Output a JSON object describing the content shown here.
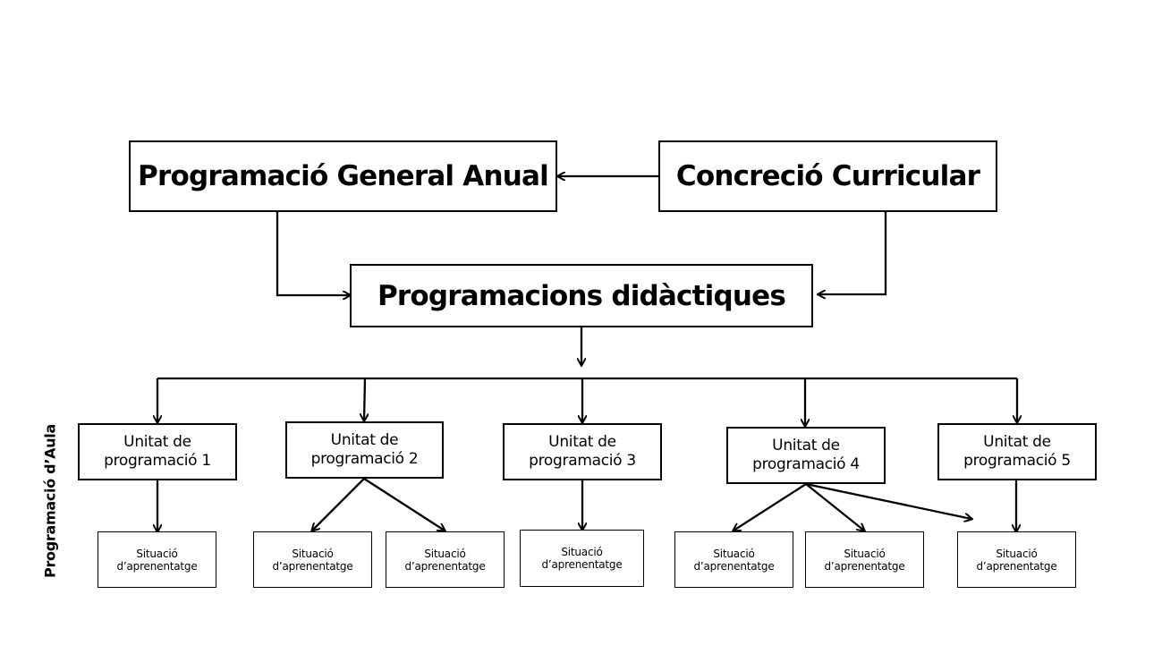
{
  "diagram": {
    "top": {
      "pga": "Programació General Anual",
      "cc": "Concreció Curricular",
      "pd": "Programacions didàctiques"
    },
    "side_label": "Programació d’Aula",
    "units": [
      {
        "line1": "Unitat de",
        "line2": "programació 1"
      },
      {
        "line1": "Unitat de",
        "line2": "programació 2"
      },
      {
        "line1": "Unitat de",
        "line2": "programació 3"
      },
      {
        "line1": "Unitat de",
        "line2": "programació 4"
      },
      {
        "line1": "Unitat de",
        "line2": "programació 5"
      }
    ],
    "situation": {
      "line1": "Situació",
      "line2": "d’aprenentatge"
    }
  }
}
